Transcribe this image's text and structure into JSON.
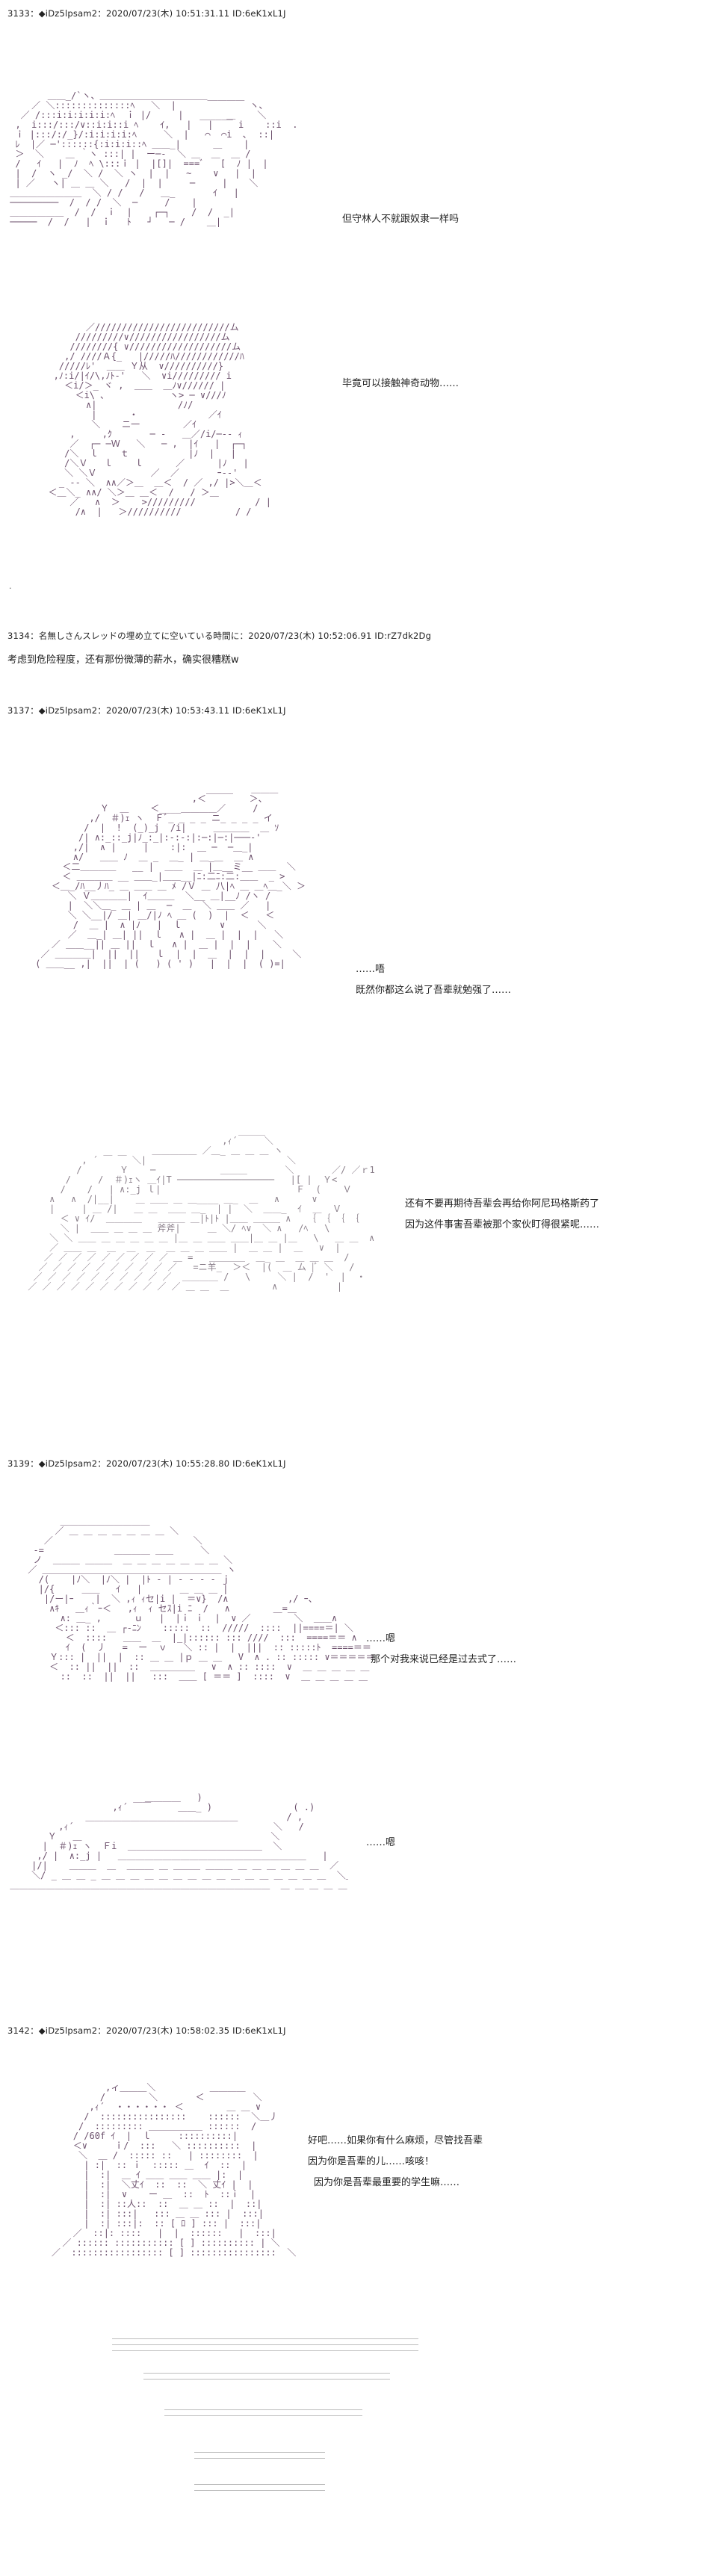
{
  "posts": [
    {
      "header": "3133：◆iDz5lpsam2：2020/07/23(木) 10:51:31.11 ID:6eK1xL1J",
      "dialogue": [
        "但守林人不就跟奴隶一样吗",
        "毕竟可以接触神奇动物……"
      ]
    },
    {
      "header": "3134：名無しさんスレッドの埋め立てに空いている時間に：2020/07/23(木) 10:52:06.91 ID:rZ7dk2Dg",
      "body": "考虑到危险程度，还有那份微薄的薪水，确实很糟糕w"
    },
    {
      "header": "3137：◆iDz5lpsam2：2020/07/23(木) 10:53:43.11 ID:6eK1xL1J",
      "dialogue_a": [
        "……唔",
        "既然你都这么说了吾辈就勉强了……"
      ],
      "dialogue_b": [
        "还有不要再期待吾辈会再给你阿尼玛格斯药了",
        "因为这件事害吾辈被那个家伙盯得很紧呢……"
      ]
    },
    {
      "header": "3139：◆iDz5lpsam2：2020/07/23(木) 10:55:28.80 ID:6eK1xL1J",
      "dialogue_a": [
        "……嗯",
        "那个对我来说已经是过去式了……"
      ],
      "dialogue_b": [
        "……嗯"
      ]
    },
    {
      "header": "3142：◆iDz5lpsam2：2020/07/23(木) 10:58:02.35 ID:6eK1xL1J",
      "dialogue": [
        "好吧……如果你有什么麻烦，尽管找吾辈",
        "因为你是吾辈的儿……咳咳！",
        "因为你是吾辈最重要的学生嘛……"
      ]
    }
  ],
  "separator_dot": "."
}
